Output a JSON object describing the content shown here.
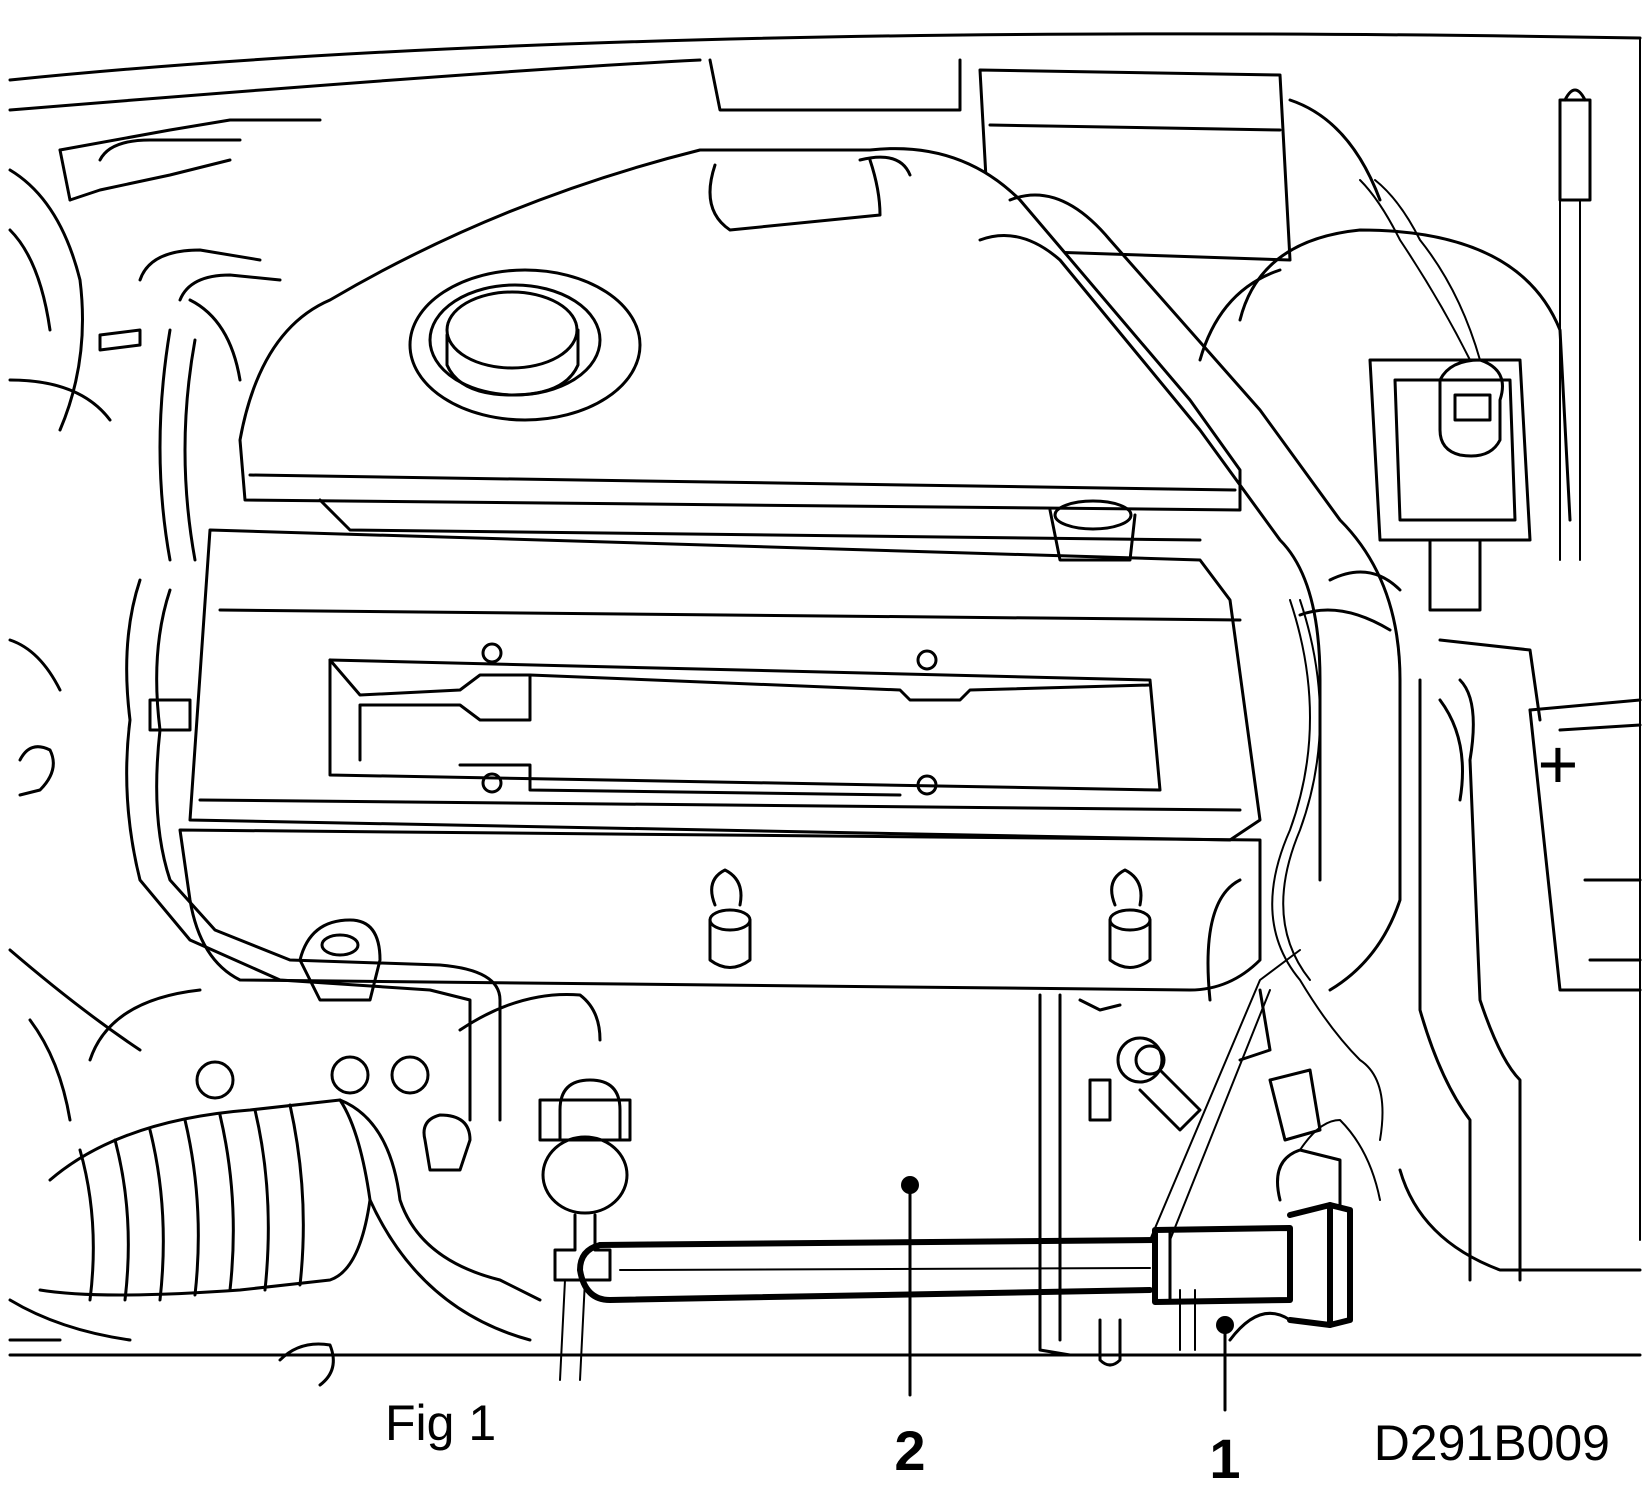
{
  "figure": {
    "caption": "Fig 1",
    "reference_code": "D291B009"
  },
  "callouts": [
    {
      "number": "1"
    },
    {
      "number": "2"
    }
  ],
  "battery_terminal": {
    "symbol": "+"
  },
  "colors": {
    "line": "#000000",
    "background": "#ffffff"
  }
}
